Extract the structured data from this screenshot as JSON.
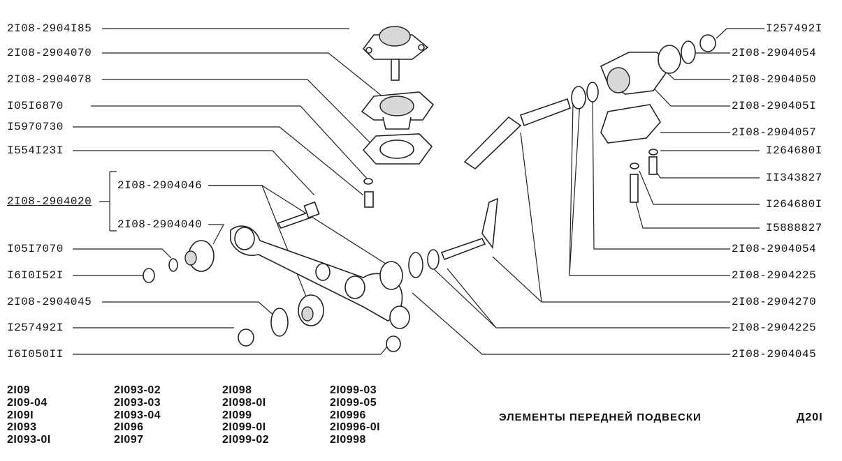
{
  "labels_left": [
    "2I08-2904I85",
    "2I08-2904070",
    "2I08-2904078",
    "I05I6870",
    "I5970730",
    "I554I23I",
    "2I08-2904020",
    "I05I7070",
    "I6I0I52I",
    "2I08-2904045",
    "I257492I",
    "I6I050II"
  ],
  "labels_group": [
    "2I08-2904046",
    "2I08-2904040"
  ],
  "labels_right": [
    "I257492I",
    "2I08-2904054",
    "2I08-2904050",
    "2I08-290405I",
    "2I08-2904057",
    "I264680I",
    "II343827",
    "I264680I",
    "I5888827",
    "2I08-2904054",
    "2I08-2904225",
    "2I08-2904270",
    "2I08-2904225",
    "2I08-2904045"
  ],
  "models": [
    [
      "2I09",
      "2I09-04",
      "2I09I",
      "2I093",
      "2I093-0I"
    ],
    [
      "2I093-02",
      "2I093-03",
      "2I093-04",
      "2I096",
      "2I097"
    ],
    [
      "2I098",
      "2I098-0I",
      "2I099",
      "2I099-0I",
      "2I099-02"
    ],
    [
      "2I099-03",
      "2I099-05",
      "2I0996",
      "2I0996-0I",
      "2I0998"
    ]
  ],
  "title": "ЭЛЕМЕНТЫ ПЕРЕДНЕЙ ПОДВЕСКИ",
  "page_code": "Д20I"
}
